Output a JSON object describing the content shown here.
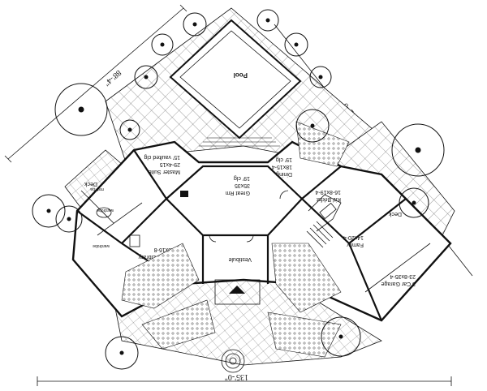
{
  "dimensions": {
    "top_left": "88'-4\"",
    "right": "112'-0\"",
    "bottom": "135'-0\""
  },
  "labels": {
    "pool": "Pool",
    "deck_left": "Deck",
    "deck_right": "Deck",
    "master_suite": [
      "Master Suite",
      "29-4x15",
      "15' vaulted clg"
    ],
    "great_rm": [
      "Great Rm",
      "35x35",
      "19' clg"
    ],
    "dining": [
      "Dining",
      "18x15-4",
      "19' clg"
    ],
    "kit_brkfst": [
      "Kit/ Brkfst",
      "16-8x19-4"
    ],
    "family": [
      "Family",
      "14x20-4"
    ],
    "garage": [
      "3 Car Garage",
      "23-8x35-4"
    ],
    "vestibule": "Vestibule",
    "media_library": [
      "Media/ Library",
      "18x16-8"
    ],
    "wardrobe": "wardrobe",
    "wardrobe2": "wardrobe",
    "mstr_ba": "mstr ba"
  }
}
